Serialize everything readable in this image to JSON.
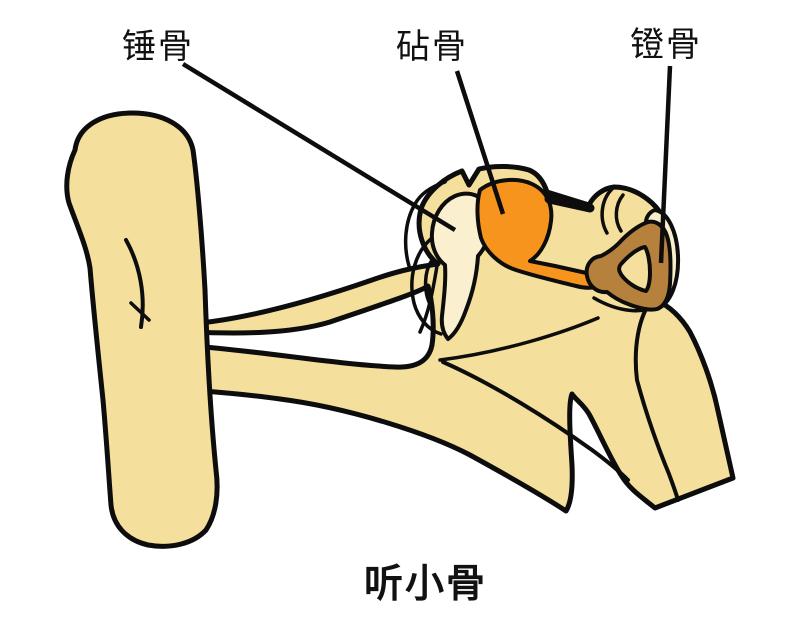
{
  "figure": {
    "title": "听小骨",
    "labels": [
      {
        "id": "malleus",
        "text": "锤骨"
      },
      {
        "id": "incus",
        "text": "砧骨"
      },
      {
        "id": "stapes",
        "text": "镫骨"
      }
    ],
    "colors": {
      "background": "#ffffff",
      "bone": "#f4e09c",
      "malleus": "#faefce",
      "incus": "#f7941e",
      "stapes": "#b5813c",
      "oval_window": "#f9edcb",
      "outline": "#0d0d0d",
      "label_text": "#111111"
    }
  }
}
